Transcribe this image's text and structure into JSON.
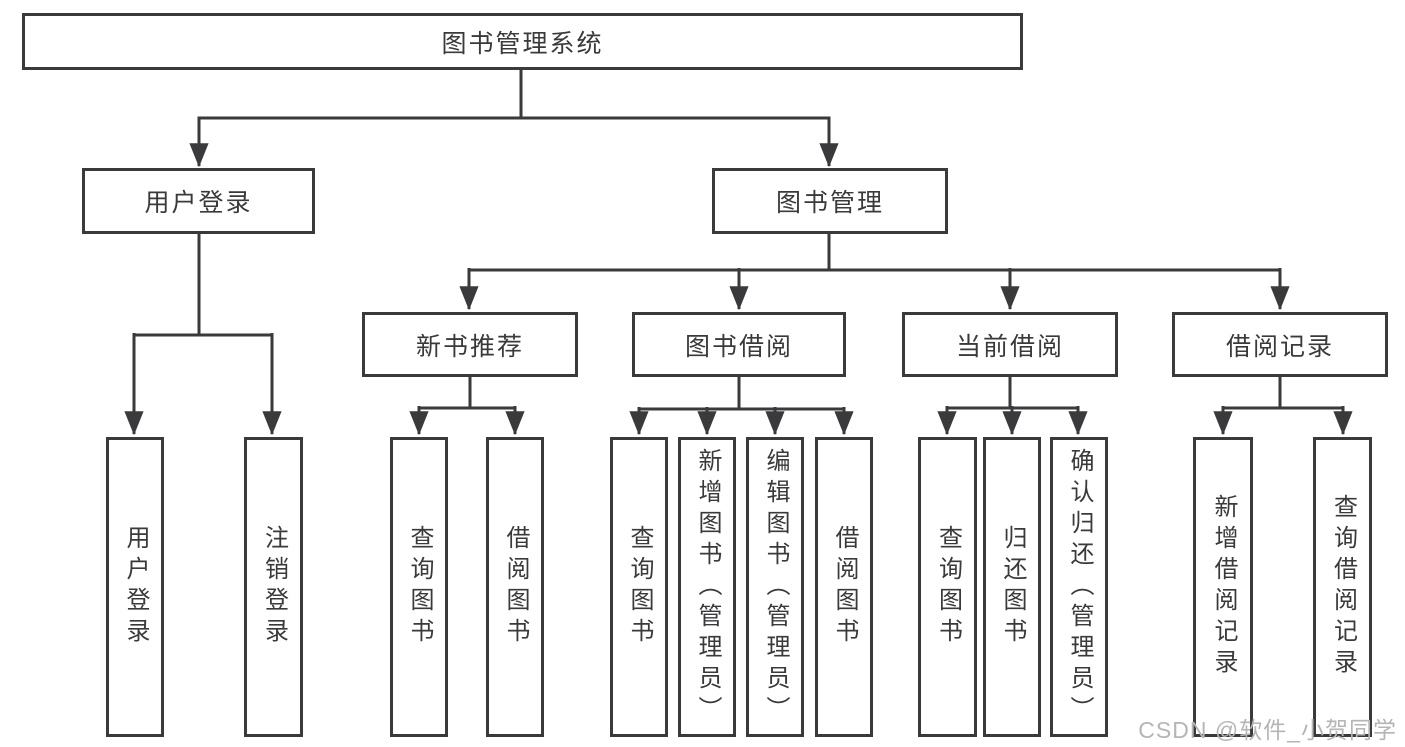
{
  "colors": {
    "line": "#3a3a3c",
    "box_border": "#3a3a3c",
    "text": "#3a3a3c",
    "background": "#ffffff",
    "watermark": "#b5b5b5"
  },
  "watermark": {
    "text": "CSDN @软件_小贺同学"
  },
  "tree": {
    "root": {
      "label": "图书管理系统"
    },
    "branches": [
      {
        "label": "用户登录",
        "children": [
          "用户登录",
          "注销登录"
        ]
      },
      {
        "label": "图书管理",
        "children": [
          {
            "label": "新书推荐",
            "children": [
              "查询图书",
              "借阅图书"
            ]
          },
          {
            "label": "图书借阅",
            "children": [
              "查询图书",
              "新增图书（管理员）",
              "编辑图书（管理员）",
              "借阅图书"
            ]
          },
          {
            "label": "当前借阅",
            "children": [
              "查询图书",
              "归还图书",
              "确认归还（管理员）"
            ]
          },
          {
            "label": "借阅记录",
            "children": [
              "新增借阅记录",
              "查询借阅记录"
            ]
          }
        ]
      }
    ]
  }
}
